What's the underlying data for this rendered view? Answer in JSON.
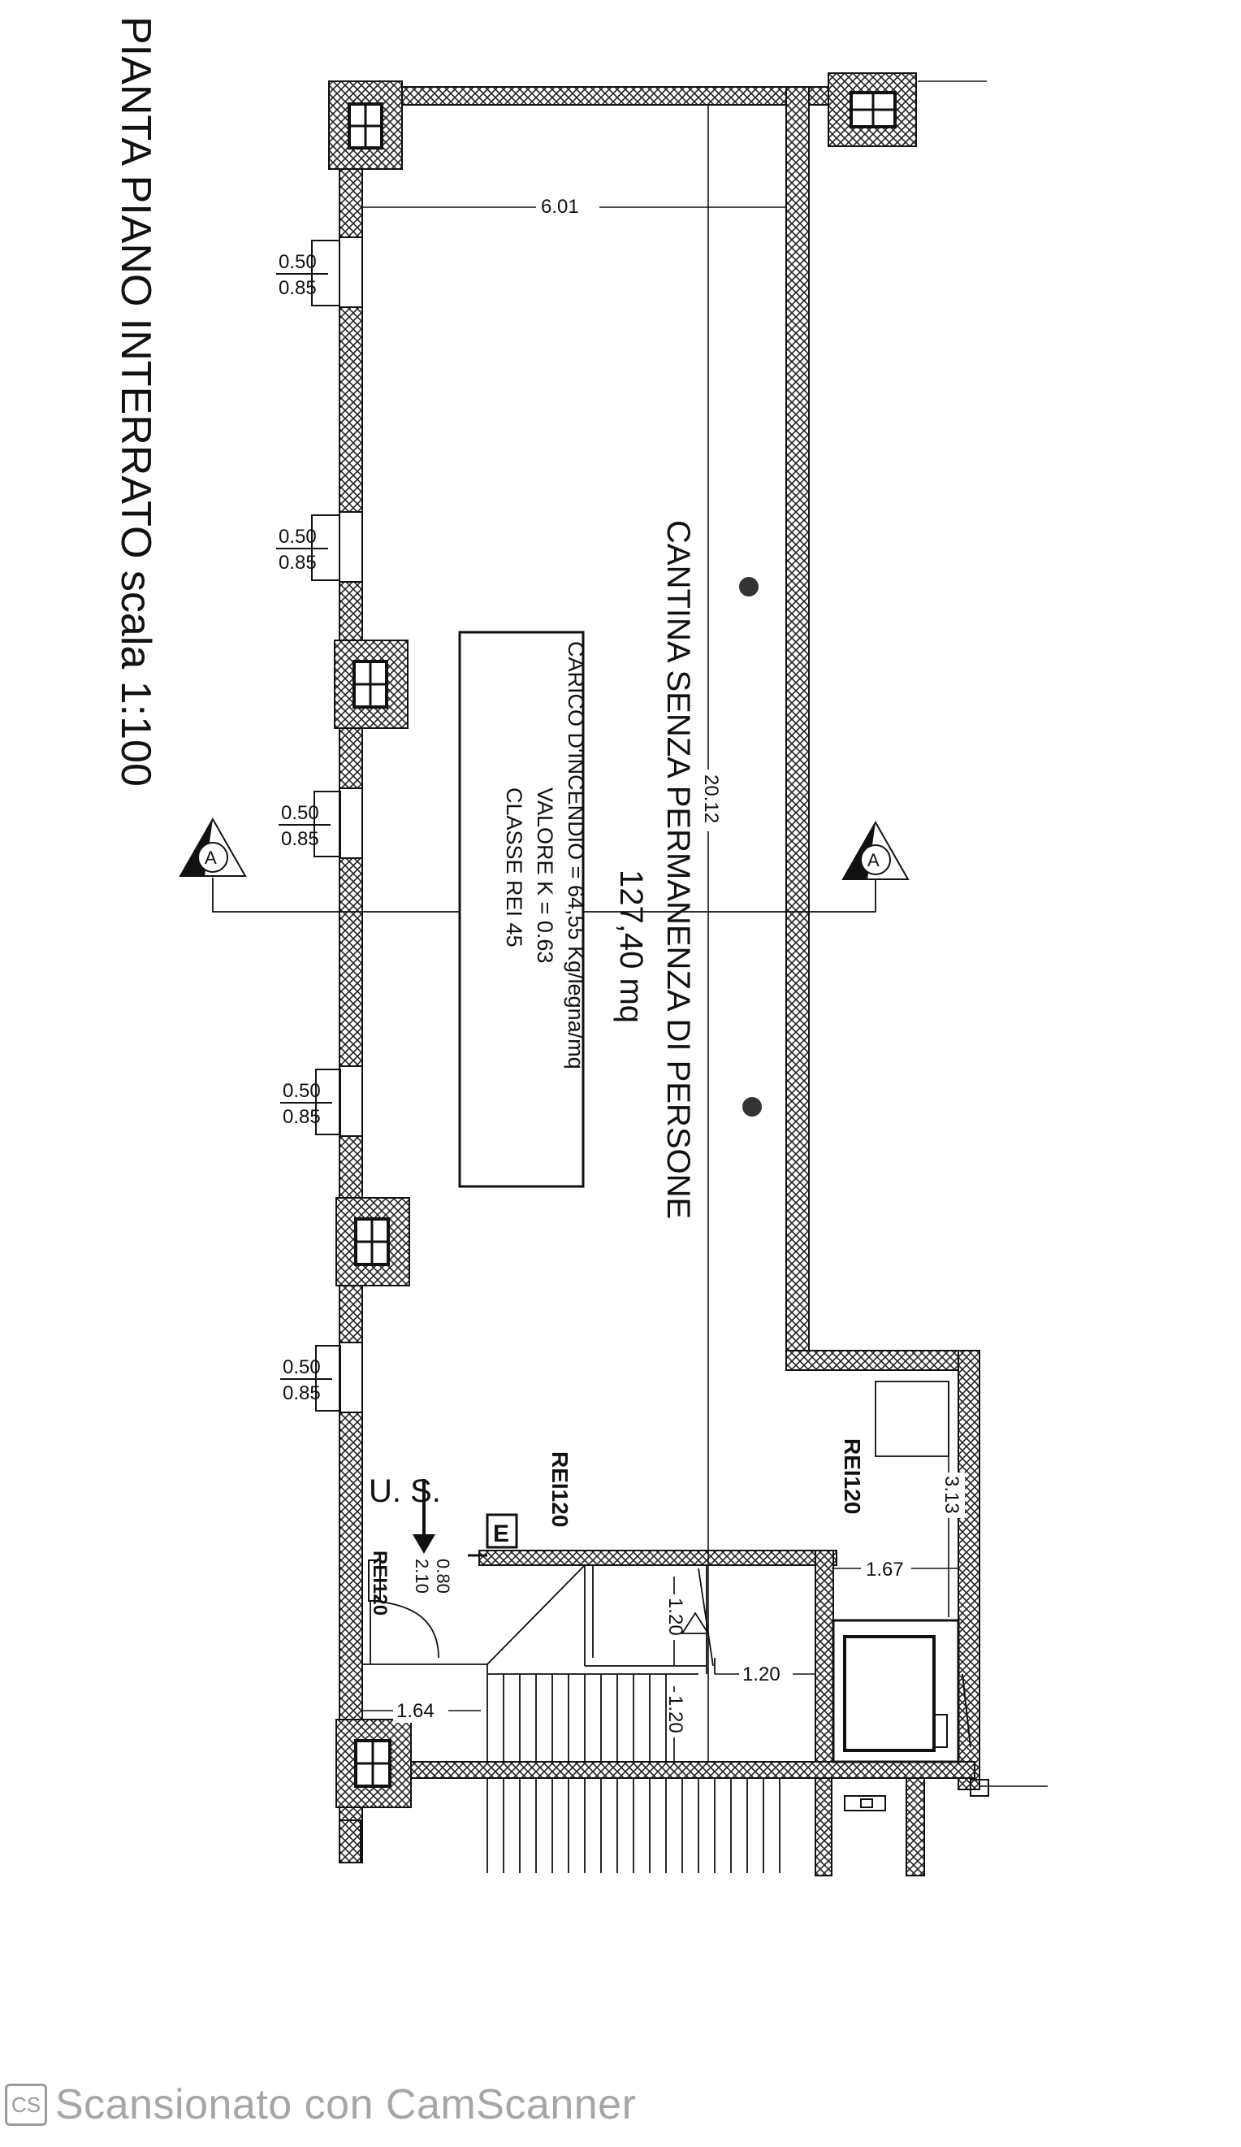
{
  "title": "PIANTA PIANO INTERRATO scala 1:100",
  "room": {
    "name": "CANTINA SENZA PERMANENZA DI PERSONE",
    "area": "127,40 mq"
  },
  "fire_box": {
    "line1": "CARICO D'INCENDIO = 64,55 Kg/legna/mq",
    "line2": "VALORE K = 0.63",
    "line3": "CLASSE REI 45"
  },
  "dimensions": {
    "width_top": "6.01",
    "length": "20.12",
    "d313": "3.13",
    "d167": "1.67",
    "d120a": "1.20",
    "d120b": "1.20",
    "d120c": "1.20",
    "d164": "1.64",
    "door_w": "0.80",
    "door_h": "2.10"
  },
  "windows": [
    {
      "top": "0.50",
      "bottom": "0.85"
    },
    {
      "top": "0.50",
      "bottom": "0.85"
    },
    {
      "top": "0.50",
      "bottom": "0.85"
    },
    {
      "top": "0.50",
      "bottom": "0.85"
    },
    {
      "top": "0.50",
      "bottom": "0.85"
    }
  ],
  "labels": {
    "rei120_left": "REI120",
    "rei120_right": "REI120",
    "rei120_door": "REI120",
    "us": "U. S.",
    "e_mark": "E",
    "section_a": "A"
  },
  "footer": {
    "logo": "CS",
    "text": "Scansionato con CamScanner"
  }
}
